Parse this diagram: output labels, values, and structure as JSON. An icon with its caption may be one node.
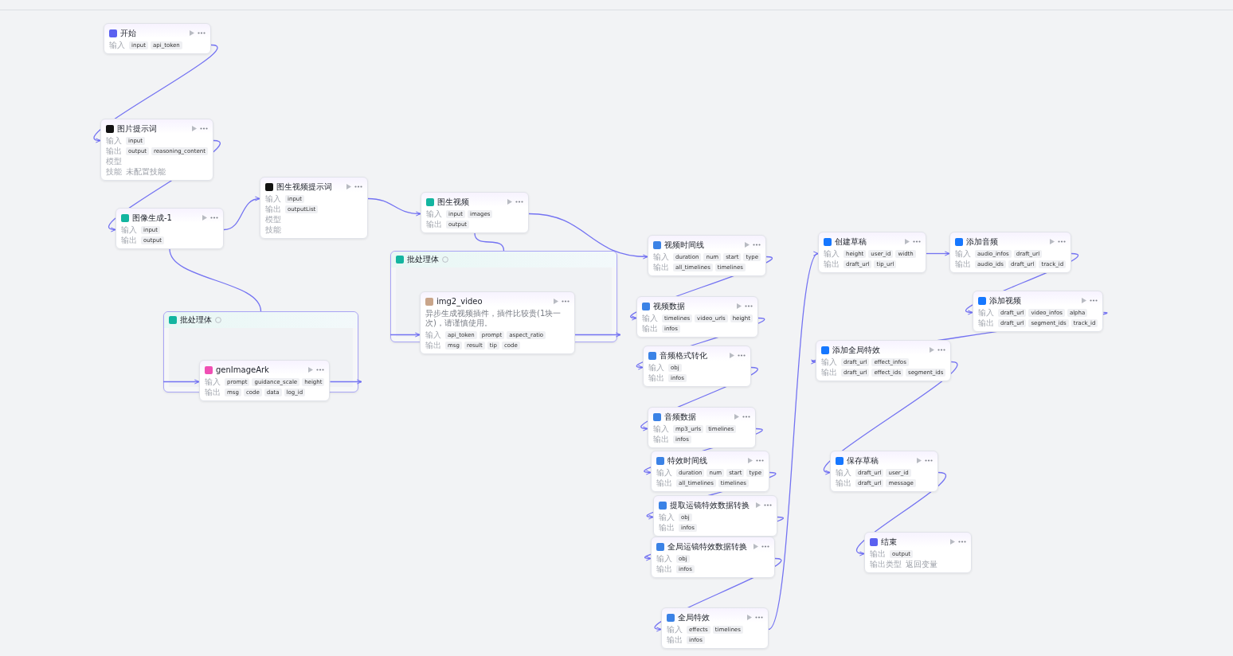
{
  "diagram": {
    "nodes": [
      {
        "text": [
          "开始",
          "输入",
          "input",
          "api_token"
        ]
      },
      {
        "text": [
          "图片提示词",
          "输入",
          "input",
          "输出",
          "output",
          "reasoning_content",
          "模型",
          "技能",
          "未配置技能"
        ]
      },
      {
        "text": [
          "图像生成-1",
          "输入",
          "input",
          "输出",
          "output"
        ]
      },
      {
        "text": [
          "图生视频提示词",
          "输入",
          "input",
          "输出",
          "outputList",
          "模型",
          "技能"
        ]
      },
      {
        "text": [
          "批处理体"
        ]
      },
      {
        "text": [
          "genImageArk",
          "输入",
          "prompt",
          "guidance_scale",
          "height",
          "输出",
          "msg",
          "code",
          "data",
          "log_id"
        ],
        "in": 4
      },
      {
        "text": [
          "图生视频",
          "输入",
          "input",
          "images",
          "输出",
          "output"
        ]
      },
      {
        "text": [
          "批处理体"
        ]
      },
      {
        "text": [
          "img2_video",
          "异步生成视频插件，插件比较贵(1块一次)，请谨慎使用。",
          "输入",
          "api_token",
          "prompt",
          "aspect_ratio",
          "输出",
          "msg",
          "result",
          "tip",
          "code"
        ],
        "in": 7
      },
      {
        "text": [
          "视频时间线",
          "输入",
          "duration",
          "num",
          "start",
          "type",
          "输出",
          "all_timelines",
          "timelines"
        ]
      },
      {
        "text": [
          "视频数据",
          "输入",
          "timelines",
          "video_urls",
          "height",
          "输出",
          "infos"
        ]
      },
      {
        "text": [
          "音频格式转化",
          "输入",
          "obj",
          "输出",
          "infos"
        ]
      },
      {
        "text": [
          "音频数据",
          "输入",
          "mp3_urls",
          "timelines",
          "输出",
          "infos"
        ]
      },
      {
        "text": [
          "特效时间线",
          "输入",
          "duration",
          "num",
          "start",
          "type",
          "输出",
          "all_timelines",
          "timelines"
        ]
      },
      {
        "text": [
          "提取运镜特效数据转换",
          "输入",
          "obj",
          "输出",
          "infos"
        ]
      },
      {
        "text": [
          "全局运镜特效数据转换",
          "输入",
          "obj",
          "输出",
          "infos"
        ]
      },
      {
        "text": [
          "全局特效",
          "输入",
          "effects",
          "timelines",
          "输出",
          "infos"
        ]
      },
      {
        "text": [
          "创建草稿",
          "输入",
          "height",
          "user_id",
          "width",
          "输出",
          "draft_url",
          "tip_url"
        ]
      },
      {
        "text": [
          "添加音频",
          "输入",
          "audio_infos",
          "draft_url",
          "输出",
          "audio_ids",
          "draft_url",
          "track_id"
        ]
      },
      {
        "text": [
          "添加视频",
          "输入",
          "draft_url",
          "video_infos",
          "alpha",
          "输出",
          "draft_url",
          "segment_ids",
          "track_id"
        ]
      },
      {
        "text": [
          "添加全局特效",
          "输入",
          "draft_url",
          "effect_infos",
          "输出",
          "draft_url",
          "effect_ids",
          "segment_ids"
        ]
      },
      {
        "text": [
          "保存草稿",
          "输入",
          "draft_url",
          "user_id",
          "输出",
          "draft_url",
          "message"
        ]
      },
      {
        "text": [
          "结束",
          "输出",
          "output",
          "输出类型",
          "返回变量"
        ]
      }
    ],
    "edges": [
      {
        "from": 0,
        "to": 1,
        "arrow": "to"
      },
      {
        "from": 1,
        "to": 2,
        "arrow": "to"
      },
      {
        "from": 2,
        "to": 3,
        "arrow": "to"
      },
      {
        "from": 2,
        "to": 4,
        "arrow": "none"
      },
      {
        "from": 4,
        "to": 5,
        "arrow": "to"
      },
      {
        "from": 5,
        "to": 4,
        "arrow": "to"
      },
      {
        "from": 3,
        "to": 6,
        "arrow": "to"
      },
      {
        "from": 6,
        "to": 7,
        "arrow": "none"
      },
      {
        "from": 7,
        "to": 8,
        "arrow": "to"
      },
      {
        "from": 8,
        "to": 7,
        "arrow": "to"
      },
      {
        "from": 6,
        "to": 9,
        "arrow": "to"
      },
      {
        "from": 9,
        "to": 10,
        "arrow": "to"
      },
      {
        "from": 10,
        "to": 11,
        "arrow": "to"
      },
      {
        "from": 11,
        "to": 12,
        "arrow": "to"
      },
      {
        "from": 12,
        "to": 13,
        "arrow": "to"
      },
      {
        "from": 13,
        "to": 14,
        "arrow": "to"
      },
      {
        "from": 14,
        "to": 15,
        "arrow": "to"
      },
      {
        "from": 15,
        "to": 16,
        "arrow": "to"
      },
      {
        "from": 16,
        "to": 17,
        "arrow": "to"
      },
      {
        "from": 17,
        "to": 18,
        "arrow": "to"
      },
      {
        "from": 18,
        "to": 19,
        "arrow": "to"
      },
      {
        "from": 19,
        "to": 20,
        "arrow": "to"
      },
      {
        "from": 20,
        "to": 21,
        "arrow": "to"
      },
      {
        "from": 21,
        "to": 22,
        "arrow": "to"
      }
    ]
  }
}
